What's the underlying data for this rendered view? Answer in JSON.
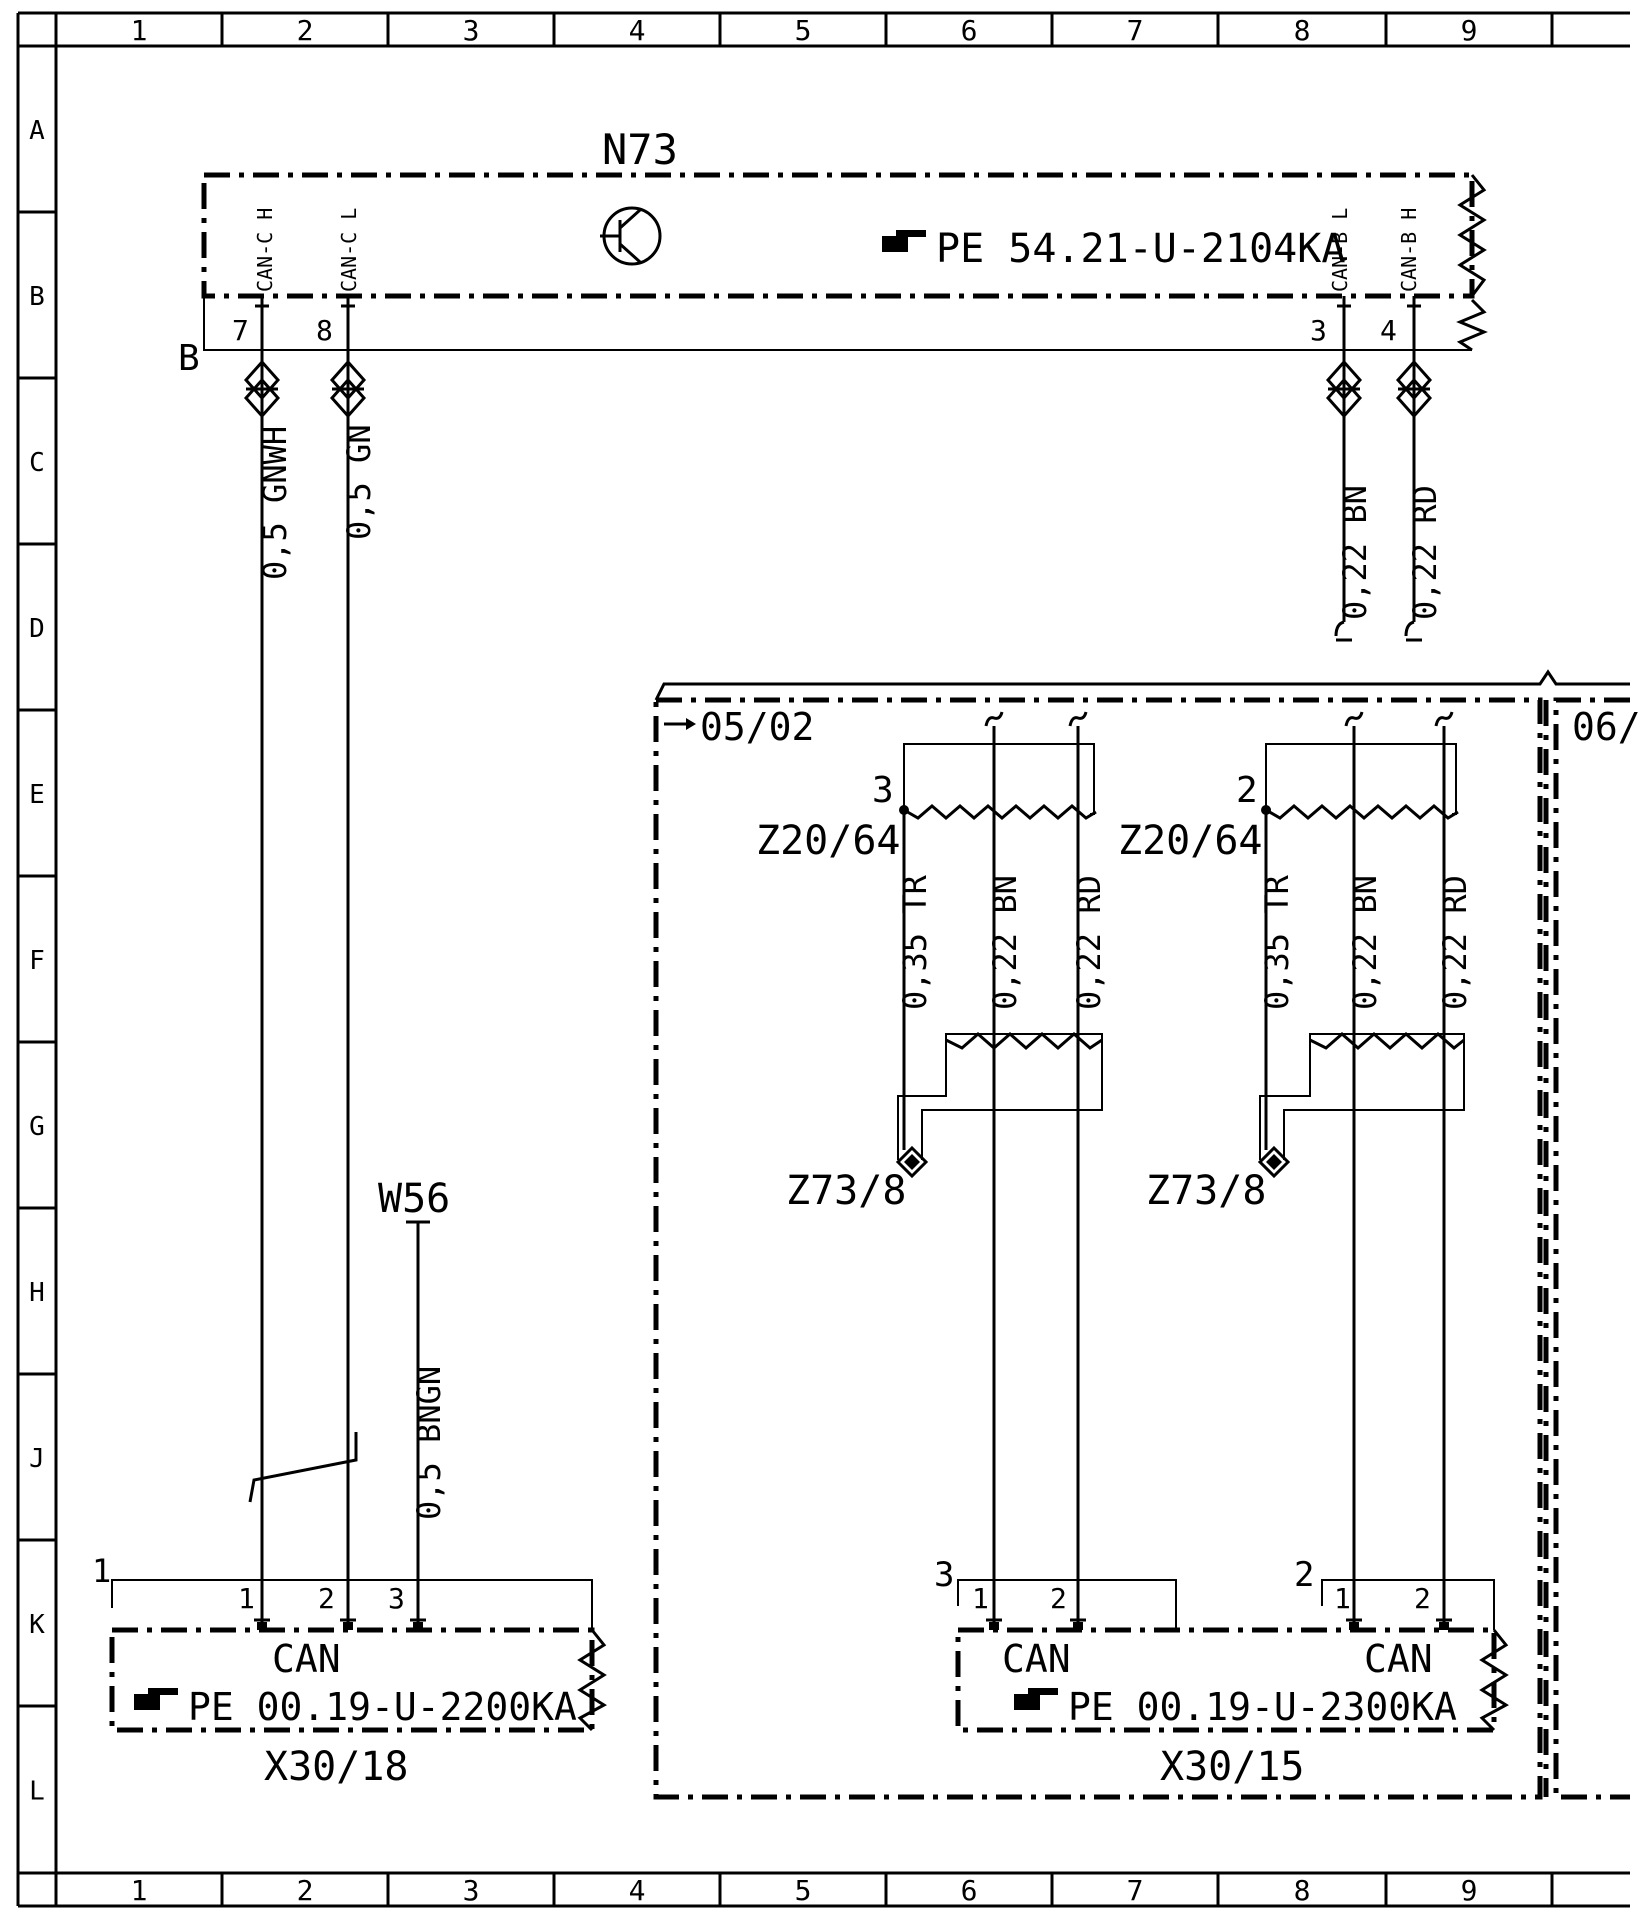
{
  "grid": {
    "columns": [
      "1",
      "2",
      "3",
      "4",
      "5",
      "6",
      "7",
      "8",
      "9"
    ],
    "rows": [
      "A",
      "B",
      "C",
      "D",
      "E",
      "F",
      "G",
      "H",
      "J",
      "K",
      "L"
    ]
  },
  "n73": {
    "id": "N73",
    "pin_labels": [
      "CAN-C H",
      "CAN-C L",
      "CAN-B L",
      "CAN-B H"
    ],
    "pin_numbers": [
      "7",
      "8",
      "3",
      "4"
    ],
    "ref": "PE 54.21-U-2104KA",
    "block_label": "B"
  },
  "wires": {
    "can_c_h": "0,5 GNWH",
    "can_c_l": "0,5 GN",
    "can_b_l": "0,22 BN",
    "can_b_h": "0,22 RD",
    "w56": "0,5 BNGN"
  },
  "w56": {
    "id": "W56"
  },
  "x30_18": {
    "id": "X30/18",
    "group_label": "1",
    "pins": [
      "1",
      "2",
      "3"
    ],
    "label": "CAN",
    "ref": "PE 00.19-U-2200KA"
  },
  "detail_box": {
    "ref_left": "05/02",
    "ref_right": "06/",
    "groups": [
      {
        "twist_id": "Z20/64",
        "twist_num": "3",
        "wires": [
          "0,35 TR",
          "0,22 BN",
          "0,22 RD"
        ],
        "ground": "Z73/8",
        "connector_group": "3",
        "connector_pins": [
          "1",
          "2"
        ]
      },
      {
        "twist_id": "Z20/64",
        "twist_num": "2",
        "wires": [
          "0,35 TR",
          "0,22 BN",
          "0,22 RD"
        ],
        "ground": "Z73/8",
        "connector_group": "2",
        "connector_pins": [
          "1",
          "2"
        ]
      }
    ]
  },
  "x30_15": {
    "id": "X30/15",
    "label_left": "CAN",
    "label_right": "CAN",
    "ref": "PE 00.19-U-2300KA"
  }
}
